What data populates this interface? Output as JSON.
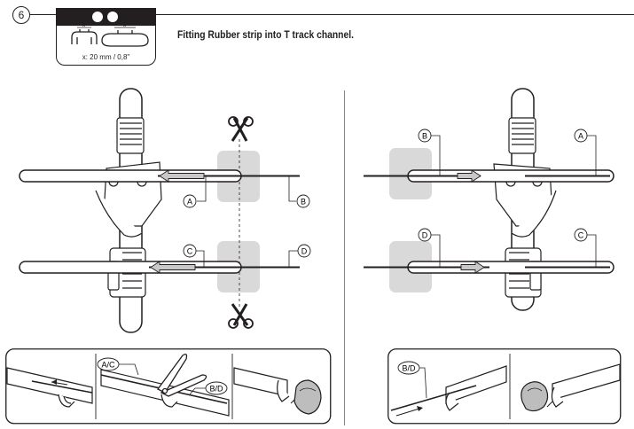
{
  "step": {
    "number": "6"
  },
  "badge": {
    "caption": "x: 20 mm / 0,8\"",
    "x_mark": "x"
  },
  "title": "Fitting Rubber strip into T track channel.",
  "callouts": {
    "left": [
      "A",
      "B",
      "C",
      "D"
    ],
    "right": [
      "B",
      "A",
      "D",
      "C"
    ],
    "detail_left": [
      "A/C",
      "B/D"
    ],
    "detail_right": [
      "B/D"
    ]
  },
  "icons": [
    "scissors-icon",
    "arrow-left-icon",
    "arrow-right-icon",
    "end-cap-icon"
  ],
  "colors": {
    "line": "#231f20",
    "cut_zone": "#d9d9d9",
    "arrow_fill": "#c8c8c8"
  }
}
